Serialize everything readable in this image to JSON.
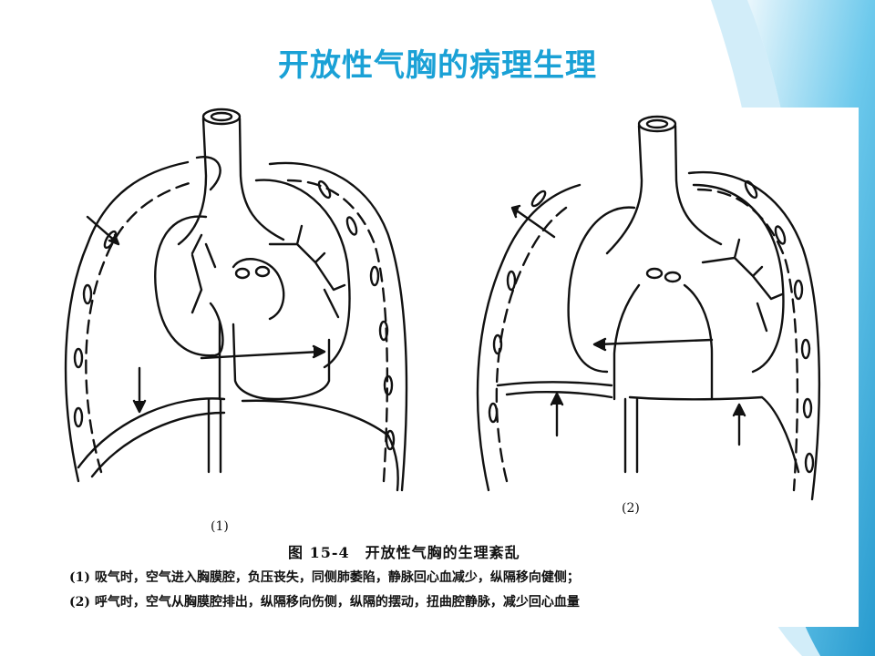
{
  "slide": {
    "title": "开放性气胸的病理生理",
    "accent_color": "#1aa1d6"
  },
  "figure": {
    "panel_labels": [
      "(1)",
      "(2)"
    ],
    "caption_title": "图 15-4　开放性气胸的生理紊乱",
    "caption_lines": [
      "(1) 吸气时，空气进入胸膜腔，负压丧失，同侧肺萎陷，静脉回心血减少，纵隔移向健侧；",
      "(2) 呼气时，空气从胸膜腔排出，纵隔移向伤侧，纵隔的摆动，扭曲腔静脉，减少回心血量"
    ]
  }
}
